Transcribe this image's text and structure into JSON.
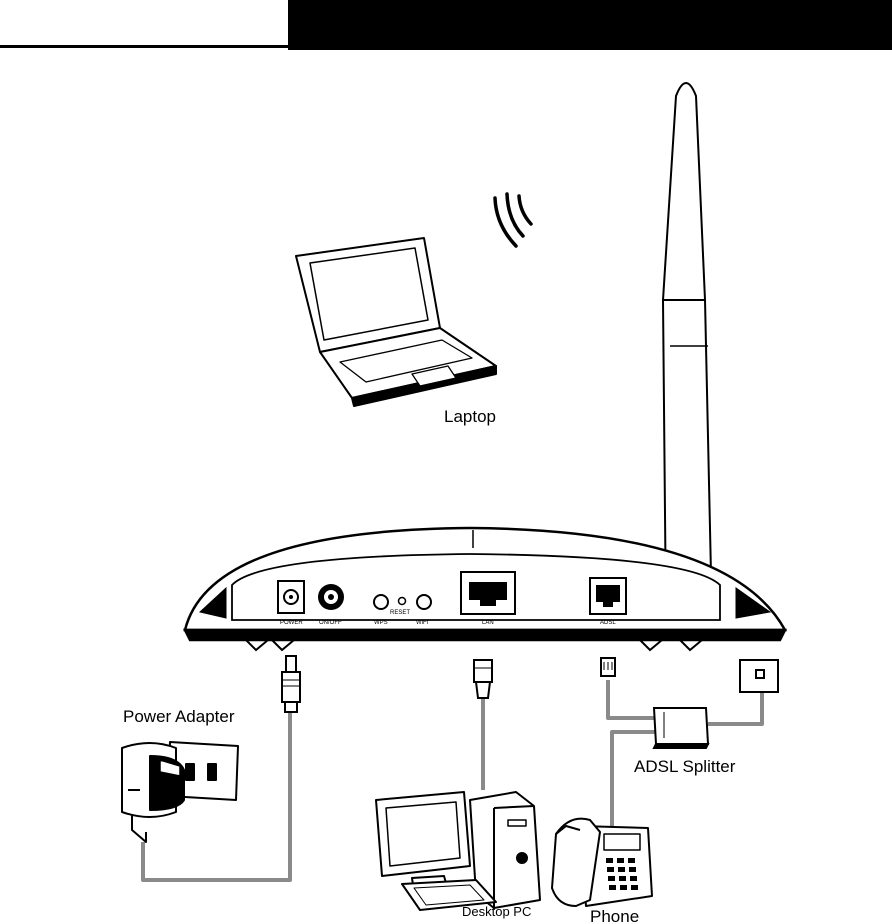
{
  "header": {
    "bar_color": "#000000"
  },
  "labels": {
    "laptop": "Laptop",
    "power_adapter": "Power Adapter",
    "adsl_splitter": "ADSL Splitter",
    "desktop_pc": "Desktop PC",
    "phone": "Phone"
  },
  "ports": {
    "power": "POWER",
    "on_off": "ON/OFF",
    "reset": "RESET",
    "wps": "WPS",
    "wifi": "WiFi",
    "lan": "LAN",
    "adsl": "ADSL"
  },
  "colors": {
    "cable": "#8a8a8a",
    "line": "#000000",
    "background": "#ffffff"
  }
}
